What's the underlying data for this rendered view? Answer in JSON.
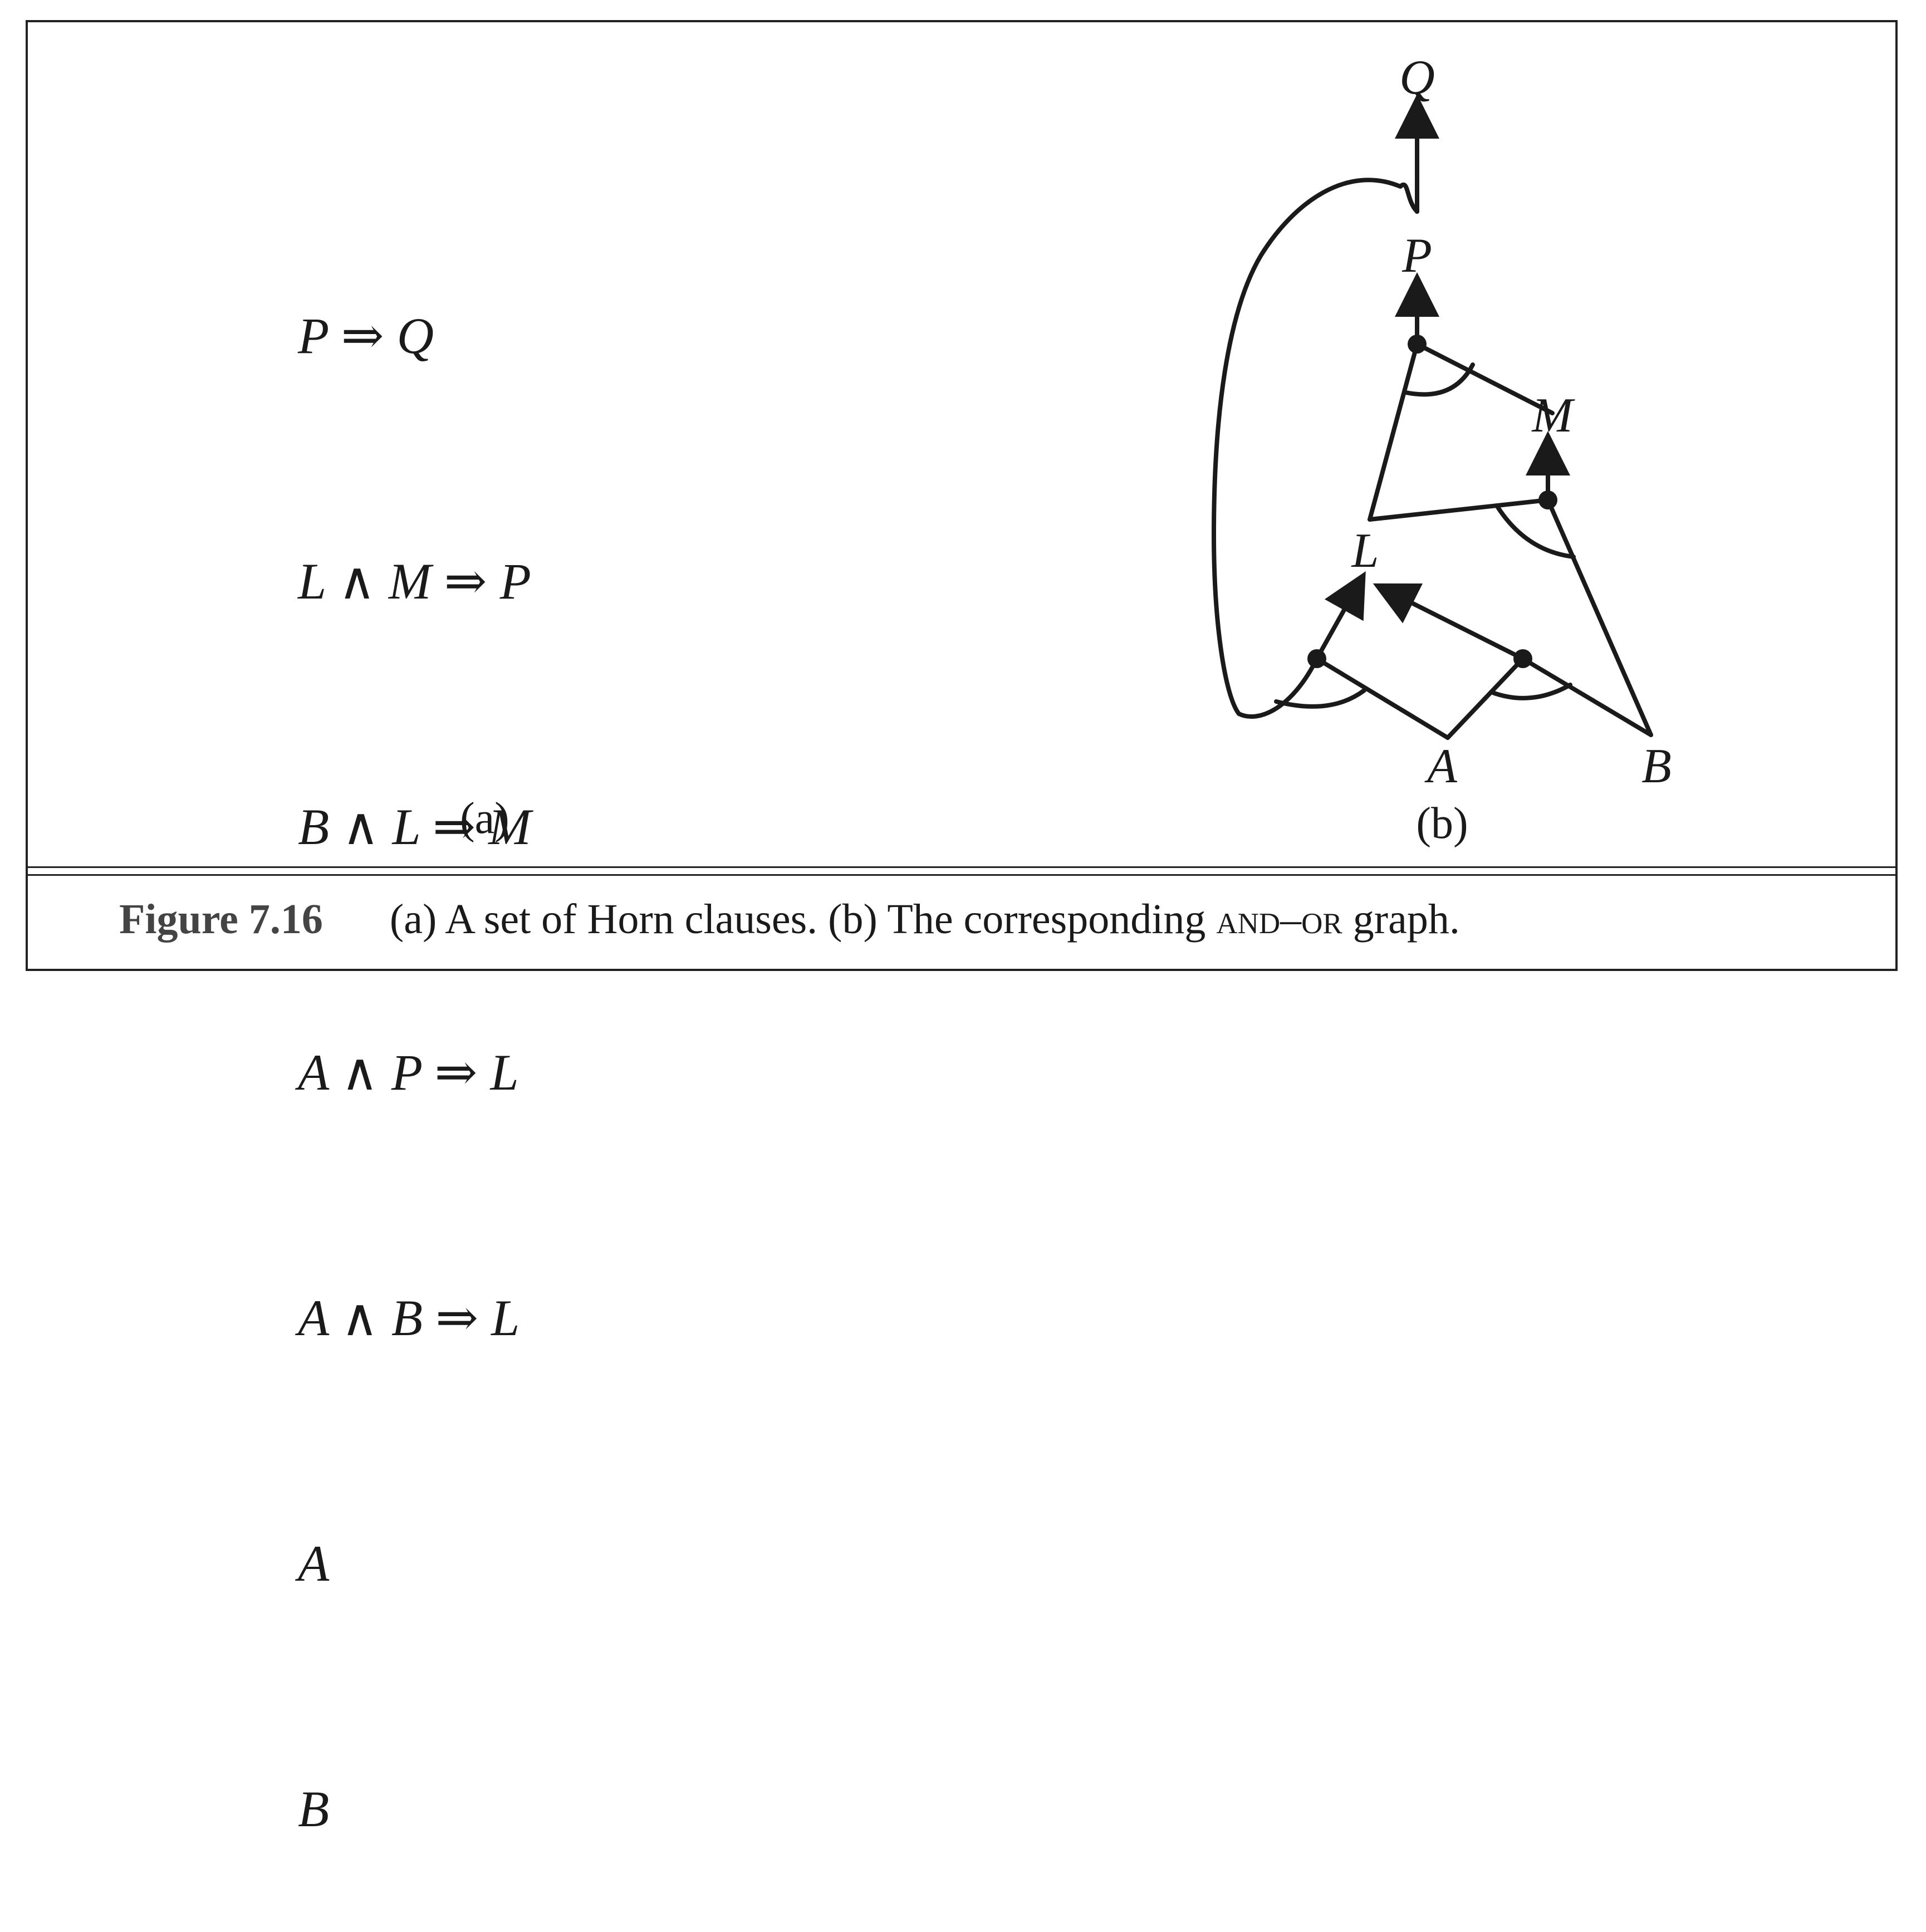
{
  "clauses": [
    "P ⇒ Q",
    "L ∧ M ⇒ P",
    "B ∧ L ⇒ M",
    "A ∧ P ⇒ L",
    "A ∧ B ⇒ L",
    "A",
    "B"
  ],
  "panel_a_label": "(a)",
  "panel_b_label": "(b)",
  "graph_nodes": {
    "Q": "Q",
    "P": "P",
    "M": "M",
    "L": "L",
    "A": "A",
    "B": "B"
  },
  "caption": {
    "label": "Figure 7.16",
    "text_a": "(a) A set of Horn clauses. (b) The corresponding ",
    "and_or": "and–or",
    "text_b": " graph."
  }
}
